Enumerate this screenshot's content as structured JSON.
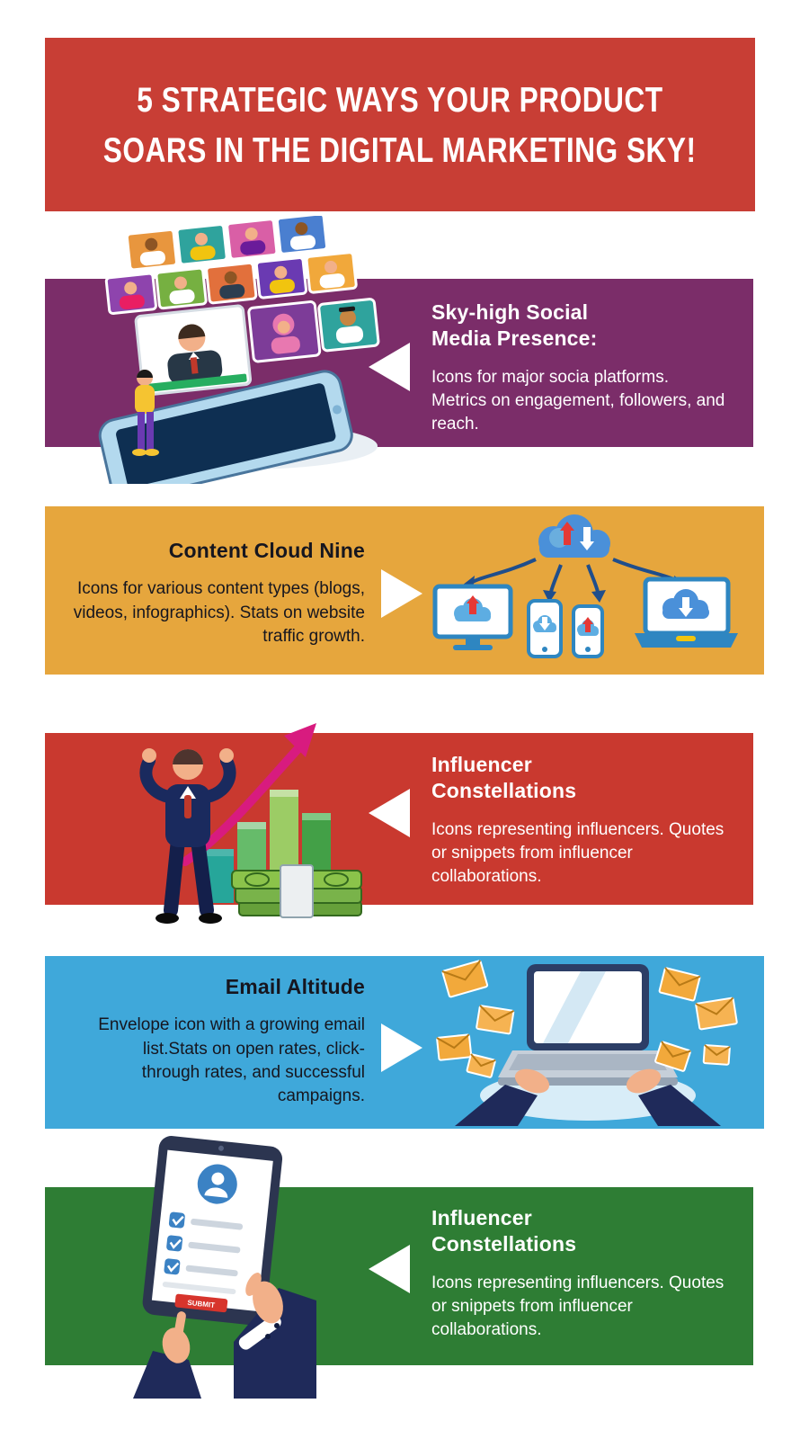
{
  "colors": {
    "header_red": "#c83e35",
    "purple": "#7b2d69",
    "gold": "#e6a63d",
    "red": "#c9392f",
    "blue": "#3fa8da",
    "green": "#2e7d34",
    "white": "#ffffff",
    "dark_text": "#16161f"
  },
  "header": {
    "line1": "5 Strategic Ways Your Product",
    "line2": "Soars in the Digital Marketing Sky!"
  },
  "sections": {
    "social": {
      "title": "Sky-high Social Media Presence:",
      "body": "Icons for major socia platforms. Metrics on engagement, followers, and reach.",
      "illustration": "people-video-call-grid-over-smartphone",
      "arrow": "white-triangle-pointing-left"
    },
    "content": {
      "title": "Content Cloud Nine",
      "body": "Icons for various content types (blogs, videos, infographics). Stats on website traffic growth.",
      "illustration": "cloud-syncing-content-to-devices",
      "arrow": "white-triangle-pointing-right"
    },
    "influencer": {
      "title": "Influencer Constellations",
      "body": "Icons representing influencers. Quotes or snippets from influencer collaborations.",
      "illustration": "businessman-growth-chart-money-stack",
      "arrow": "white-triangle-pointing-left"
    },
    "email": {
      "title": "Email Altitude",
      "body": "Envelope icon with a growing email list.Stats on open rates, click-through rates, and successful campaigns.",
      "illustration": "hands-typing-laptop-flying-envelopes",
      "arrow": "white-triangle-pointing-right"
    },
    "influencer2": {
      "title": "Influencer Constellations",
      "body": "Icons representing influencers. Quotes or snippets from influencer collaborations.",
      "illustration": "hand-holding-tablet-checklist",
      "arrow": "white-triangle-pointing-left"
    }
  },
  "tablet_screen": {
    "submit_label": "SUBMIT"
  }
}
